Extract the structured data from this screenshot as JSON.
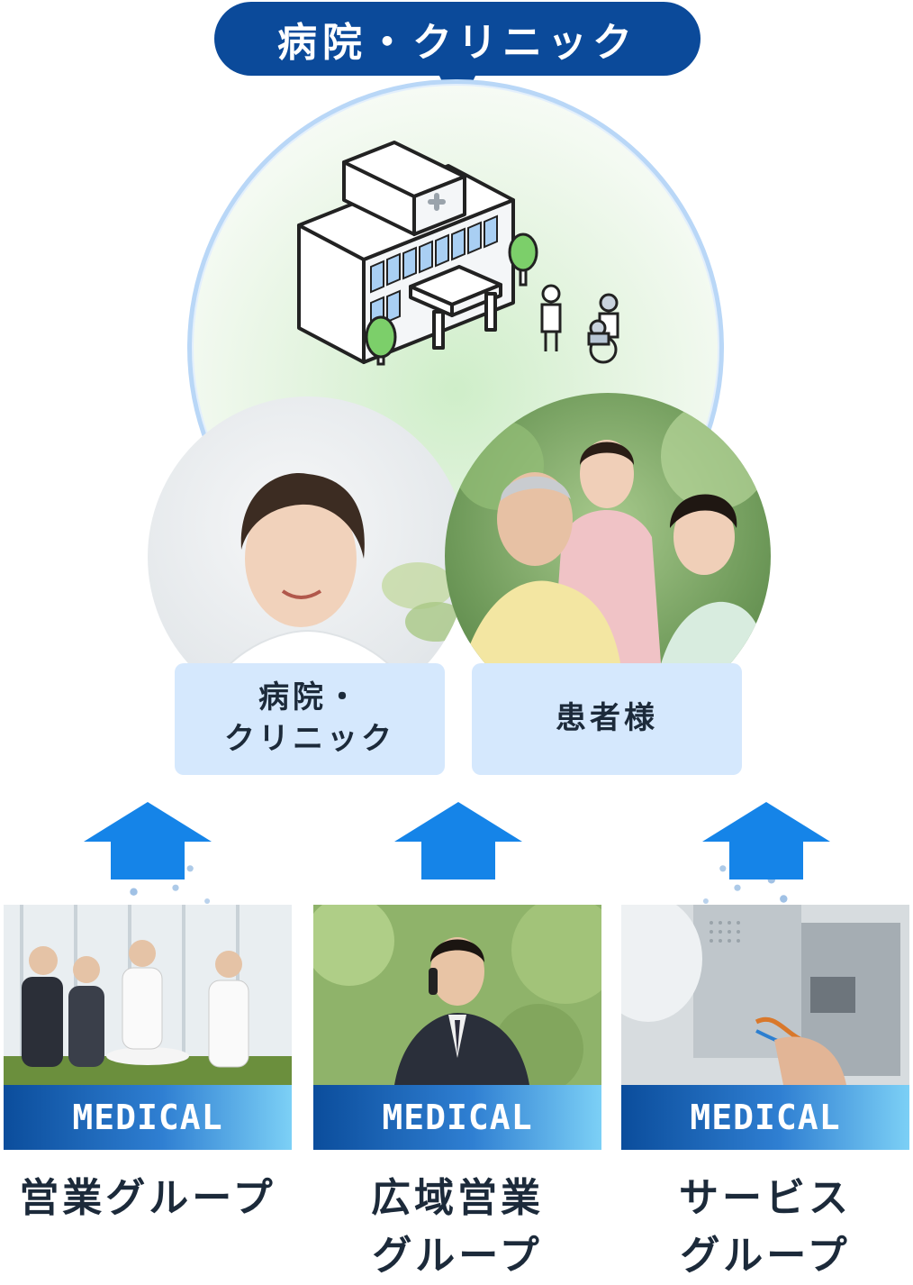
{
  "header": {
    "title": "病院・クリニック"
  },
  "photos": {
    "clinic_label_lines": [
      "病院・",
      "クリニック"
    ],
    "patient_label": "患者様"
  },
  "groups": [
    {
      "badge": "MEDICAL",
      "name_lines": [
        "営業グループ"
      ]
    },
    {
      "badge": "MEDICAL",
      "name_lines": [
        "広域営業",
        "グループ"
      ]
    },
    {
      "badge": "MEDICAL",
      "name_lines": [
        "サービス",
        "グループ"
      ]
    }
  ],
  "colors": {
    "title_pill": "#0b4a9a",
    "arrow": "#1584e8",
    "label_box": "#d5e8fd",
    "dots": "#8fb6e0",
    "band_start": "#0b4d9c",
    "band_end": "#7cd0f6"
  },
  "icons": [
    "hospital-building-icon",
    "nurse-figure-icon",
    "wheelchair-figure-icon",
    "tree-icon",
    "up-arrow-icon"
  ]
}
